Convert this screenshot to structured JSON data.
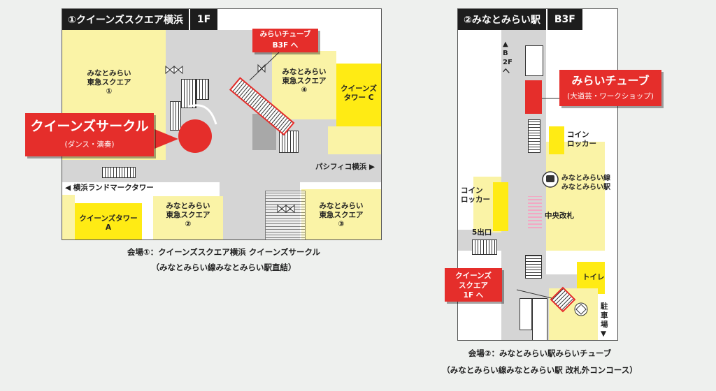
{
  "map1": {
    "title": "①クイーンズスクエア横浜",
    "floor": "1F",
    "callout": {
      "main": "クイーンズサークル",
      "sub": "(ダンス・演奏)"
    },
    "tube_note": {
      "line1": "みらいチューブ",
      "line2": "B3F へ"
    },
    "areas": {
      "tokyu1": [
        "みなとみらい",
        "東急スクエア",
        "①"
      ],
      "tokyu4": [
        "みなとみらい",
        "東急スクエア",
        "④"
      ],
      "towerC": [
        "クイーンズ",
        "タワー C"
      ],
      "towerA": [
        "クイーンズタワー",
        "A"
      ],
      "tokyu2": [
        "みなとみらい",
        "東急スクエア",
        "②"
      ],
      "tokyu3": [
        "みなとみらい",
        "東急スクエア",
        "③"
      ]
    },
    "pacifico": "パシフィコ横浜 ▶",
    "landmark": "◀ 横浜ランドマークタワー",
    "caption": {
      "line1": "会場①：クイーンズスクエア横浜 クイーンズサークル",
      "line2": "（みなとみらい線みなとみらい駅直結）"
    }
  },
  "map2": {
    "title": "②みなとみらい駅",
    "floor": "B3F",
    "to_b2f": "▲B2Fへ",
    "callout": {
      "main": "みらいチューブ",
      "sub": "(大道芸・ワークショップ)"
    },
    "locker1": [
      "コイン",
      "ロッカー"
    ],
    "locker2": [
      "コイン",
      "ロッカー"
    ],
    "station": [
      "みなとみらい線",
      "みなとみらい駅"
    ],
    "central_gate": "中央改札",
    "exit5": "5出口",
    "toilet": "トイレ",
    "parking": "駐車場▼",
    "queens_note": [
      "クイーンズ",
      "スクエア",
      "1F へ"
    ],
    "caption": {
      "line1": "会場②：みなとみらい駅みらいチューブ",
      "line2": "（みなとみらい線みなとみらい駅 改札外コンコース）"
    }
  },
  "colors": {
    "accent_red": "#e52e2b",
    "shop_yellow": "#faf3a6",
    "tower_yellow": "#ffeb14",
    "corridor_gray": "#d5d5d5"
  }
}
